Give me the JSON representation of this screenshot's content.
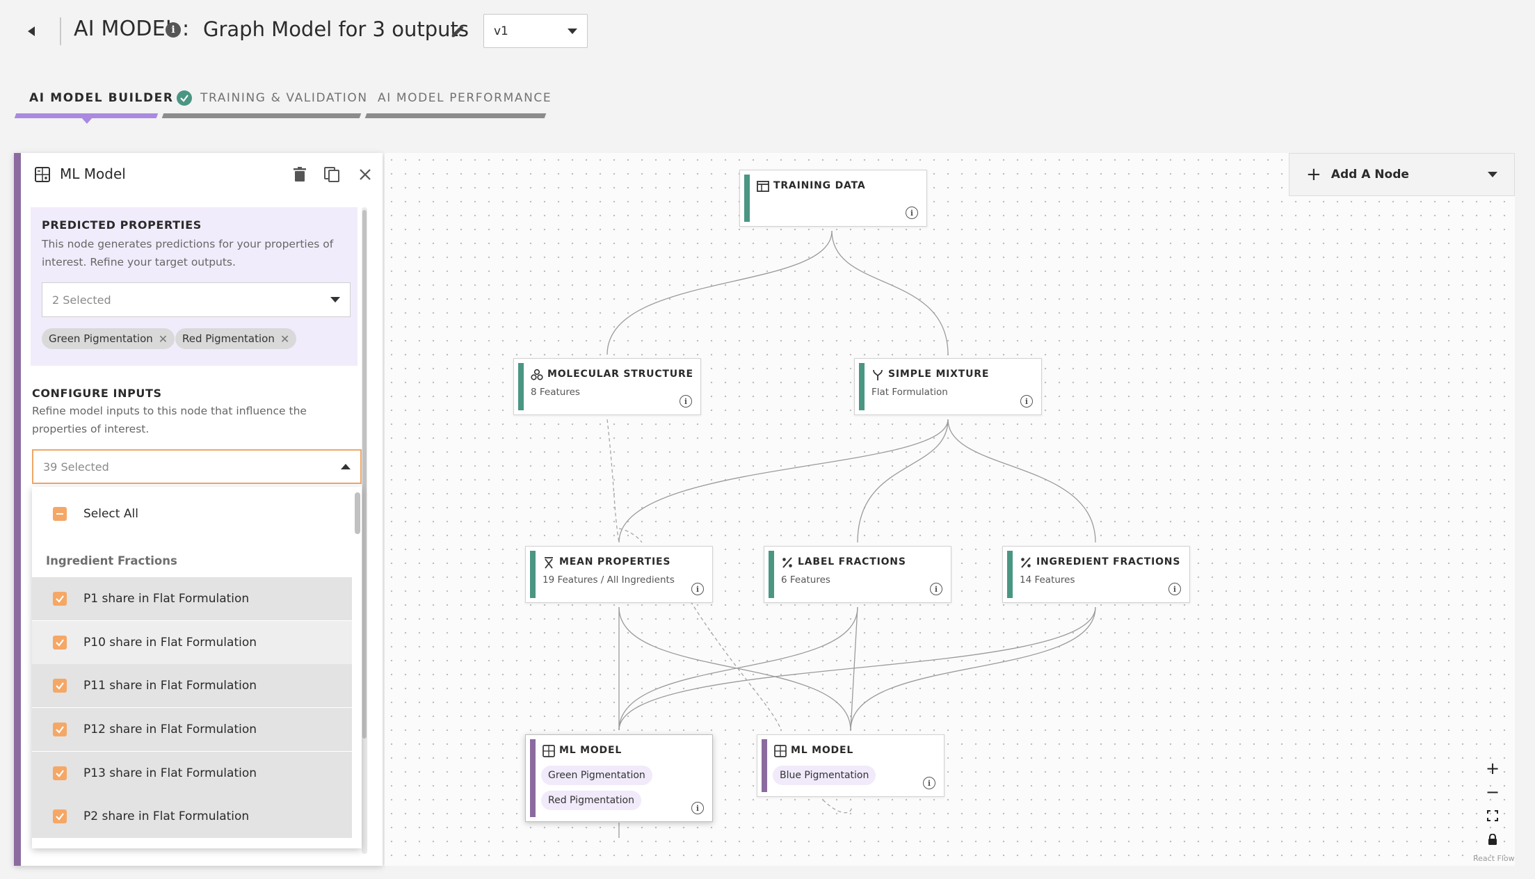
{
  "header": {
    "title_label": "AI MODEL",
    "colon": ":",
    "model_name": "Graph Model for 3 outputs",
    "version": "v1"
  },
  "tabs": [
    {
      "label": "AI MODEL BUILDER",
      "active": true,
      "bar_color": "#a98ae0"
    },
    {
      "label": "TRAINING & VALIDATION",
      "completed": true,
      "bar_color": "#8c8c8c"
    },
    {
      "label": "AI MODEL PERFORMANCE",
      "bar_color": "#8c8c8c"
    }
  ],
  "panel": {
    "title": "ML Model",
    "predicted": {
      "title": "PREDICTED PROPERTIES",
      "description": "This node generates predictions for your properties of interest. Refine your target outputs.",
      "select_value": "2 Selected",
      "chips": [
        "Green Pigmentation",
        "Red Pigmentation"
      ]
    },
    "configure": {
      "title": "CONFIGURE INPUTS",
      "description": "Refine model inputs to this node that influence the properties of interest.",
      "select_value": "39 Selected"
    },
    "dropdown": {
      "select_all": "Select All",
      "group": "Ingredient Fractions",
      "items": [
        "P1 share in Flat Formulation",
        "P10 share in Flat Formulation",
        "P11 share in Flat Formulation",
        "P12 share in Flat Formulation",
        "P13 share in Flat Formulation",
        "P2 share in Flat Formulation"
      ]
    }
  },
  "canvas": {
    "add_node_label": "Add A Node",
    "attribution": "React Flow",
    "nodes": {
      "training": {
        "title": "TRAINING DATA"
      },
      "molecular": {
        "title": "MOLECULAR STRUCTURE",
        "sub": "8 Features"
      },
      "mixture": {
        "title": "SIMPLE MIXTURE",
        "sub": "Flat Formulation"
      },
      "mean": {
        "title": "MEAN PROPERTIES",
        "sub": "19 Features / All Ingredients"
      },
      "label": {
        "title": "LABEL FRACTIONS",
        "sub": "6 Features"
      },
      "ingredient": {
        "title": "INGREDIENT FRACTIONS",
        "sub": "14 Features"
      },
      "ml1": {
        "title": "ML MODEL",
        "chips": [
          "Green Pigmentation",
          "Red Pigmentation"
        ]
      },
      "ml2": {
        "title": "ML MODEL",
        "chips": [
          "Blue Pigmentation"
        ]
      }
    }
  },
  "colors": {
    "accent_teal": "#4a9683",
    "accent_purple": "#8b6b9f",
    "tab_active": "#a98ae0",
    "checkbox_orange": "#f5a766",
    "focus_orange": "#f0a765"
  },
  "icons": [
    "back-arrow-icon",
    "info-icon",
    "pencil-icon",
    "chevron-down-icon",
    "check-circle-icon",
    "ml-model-icon",
    "trash-icon",
    "copy-icon",
    "close-icon",
    "table-icon",
    "molecule-icon",
    "mixture-icon",
    "mean-icon",
    "percent-icon",
    "plus-icon",
    "minus-icon",
    "fit-view-icon",
    "lock-icon"
  ]
}
